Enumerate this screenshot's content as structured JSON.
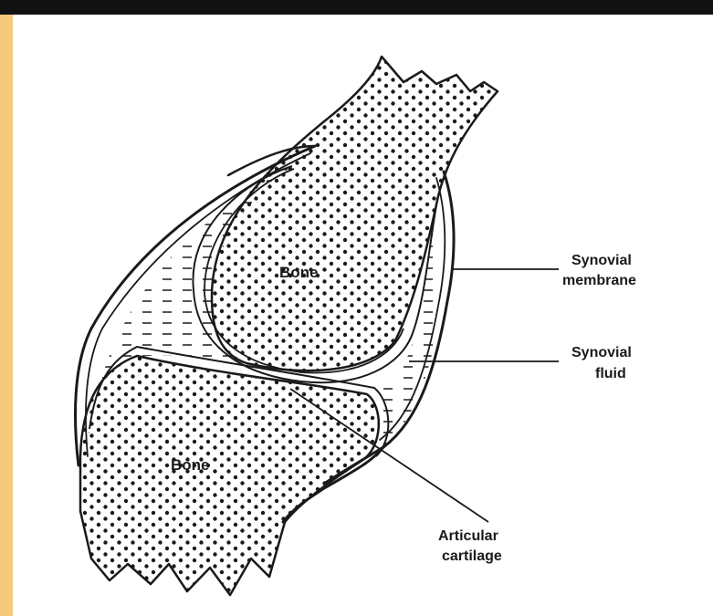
{
  "colors": {
    "side_stripe": "#f5c97a",
    "top_bar": "#111111",
    "ink": "#1a1a1a",
    "paper": "#ffffff"
  },
  "labels": {
    "bone_upper": "Bone",
    "bone_lower": "Bone",
    "synovial_membrane_line1": "Synovial",
    "synovial_membrane_line2": "membrane",
    "synovial_fluid_line1": "Synovial",
    "synovial_fluid_line2": "fluid",
    "articular_cartilage_line1": "Articular",
    "articular_cartilage_line2": "cartilage"
  }
}
